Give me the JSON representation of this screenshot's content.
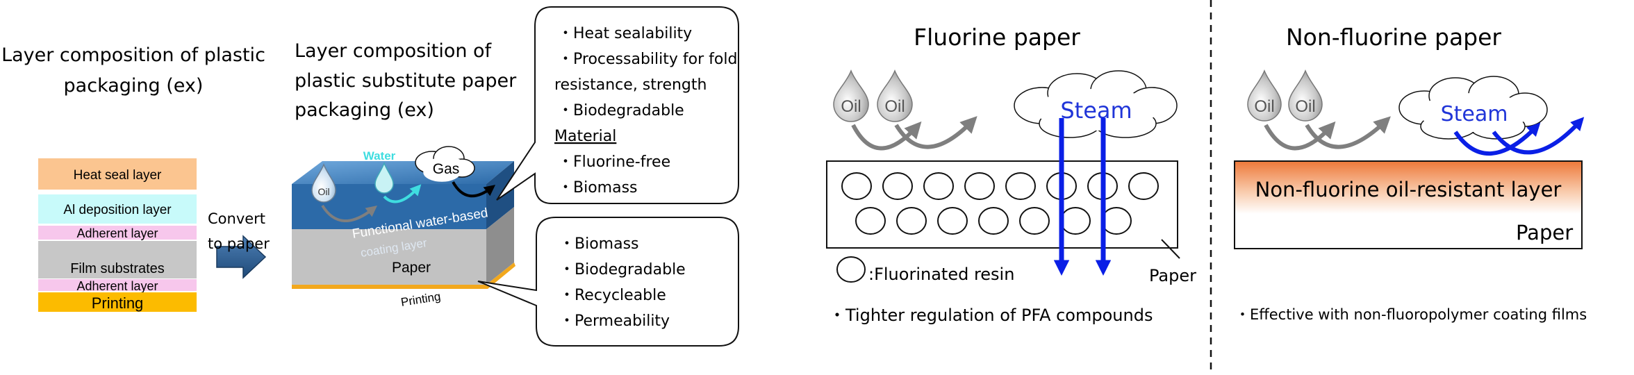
{
  "left_panel": {
    "plastic_title_lines": [
      "Layer composition of plastic",
      "packaging (ex)"
    ],
    "plastic_layers": [
      {
        "label": "Heat seal layer",
        "color": "#fbc590"
      },
      {
        "label": "Al deposition layer",
        "color": "#c8fafa"
      },
      {
        "label": "Adherent  layer",
        "color": "#f7c7ec"
      },
      {
        "label": "Film substrates",
        "color": "#c7c7c7"
      },
      {
        "label": "Adherent  layer",
        "color": "#f7c7ec"
      },
      {
        "label": "Printing",
        "color": "#fcbb00"
      }
    ],
    "convert_lines": [
      "Convert",
      "to paper"
    ],
    "paper_title_lines": [
      "Layer composition of",
      "plastic substitute paper",
      "packaging (ex)"
    ],
    "block": {
      "water": "Water",
      "gas": "Gas",
      "oil": "Oil",
      "coating_lines": [
        "Functional water-based",
        "coating layer"
      ],
      "paper": "Paper",
      "printing": "Printing"
    },
    "callout_top": {
      "lines": [
        "・Heat sealability",
        "・Processability for fold",
        "resistance, strength",
        "・Biodegradable",
        "Material",
        "・Fluorine-free",
        "・Biomass"
      ]
    },
    "callout_bottom": {
      "lines": [
        "・Biomass",
        "・Biodegradable",
        "・Recycleable",
        "・Permeability"
      ]
    }
  },
  "fluorine": {
    "title": "Fluorine paper",
    "oil": "Oil",
    "steam": "Steam",
    "legend": ":Fluorinated resin",
    "paper_label": "Paper",
    "note": "・Tighter regulation of PFA compounds"
  },
  "non_fluorine": {
    "title": "Non-fluorine paper",
    "oil": "Oil",
    "steam": "Steam",
    "layer_label": "Non-fluorine oil-resistant layer",
    "paper_label": "Paper",
    "note": "・Effective with non-fluoropolymer coating films"
  },
  "colors": {
    "arrow_blue": "#0a1fe6",
    "arrow_gray": "#7f7f7f",
    "coating_blue": "#2c6aa8",
    "steam_text": "#2035d8",
    "water_cyan": "#3fdde0",
    "oil_layer_orange": "#ee7a3c"
  }
}
